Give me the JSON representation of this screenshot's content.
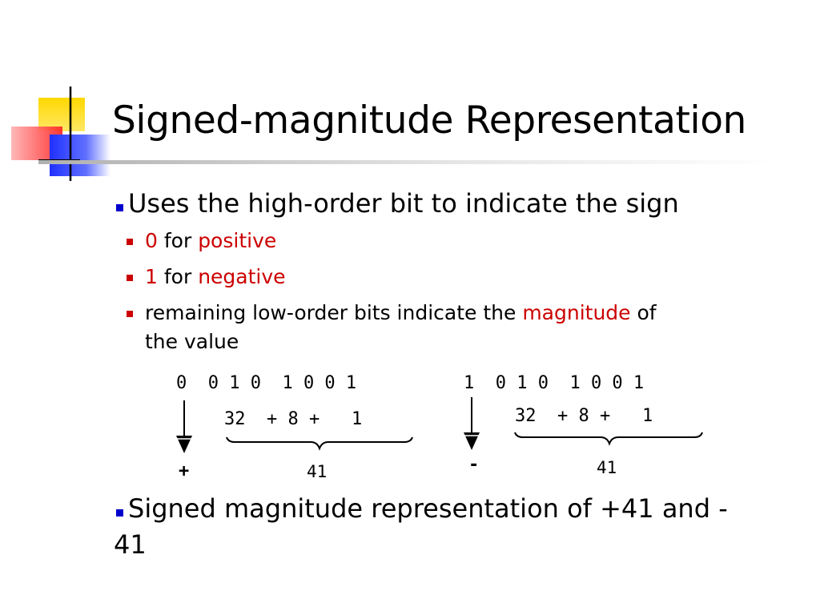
{
  "slide": {
    "title": "Signed-magnitude Representation"
  },
  "bullet1": {
    "text": "Uses the high-order bit to indicate the sign",
    "sub1": {
      "a": "0",
      "b": " for ",
      "c": "positive"
    },
    "sub2": {
      "a": "1",
      "b": " for ",
      "c": "negative"
    },
    "sub3": {
      "line1_a": "remaining low-order bits indicate the ",
      "line1_b": "magnitude",
      "line1_c": " of",
      "line2": "the value"
    }
  },
  "example": {
    "positive": {
      "bits": "0  0 1 0  1 0 0 1",
      "sum": "32  + 8 +   1",
      "total": "41",
      "sign": "+"
    },
    "negative": {
      "bits": "1  0 1 0  1 0 0 1",
      "sum": "32  + 8 +   1",
      "total": "41",
      "sign": "-"
    }
  },
  "bullet2": {
    "line1": "Signed magnitude representation of +41 and -",
    "line2": "41"
  },
  "colors": {
    "accent_red": "#cc0000",
    "bullet_blue": "#0000cc"
  }
}
